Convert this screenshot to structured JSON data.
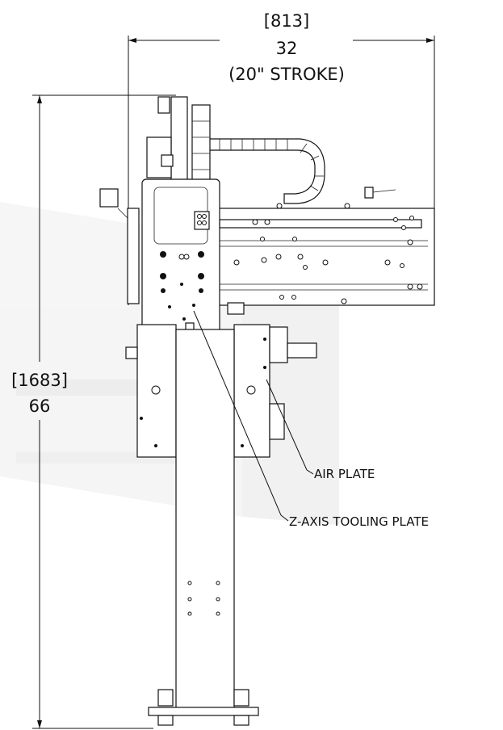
{
  "dimensions": {
    "width": {
      "metric": "[813]",
      "imperial": "32",
      "note": "(20\" STROKE)"
    },
    "height": {
      "metric": "[1683]",
      "imperial": "66"
    }
  },
  "callouts": {
    "air_plate": "AIR PLATE",
    "z_axis_tooling_plate": "Z-AXIS TOOLING PLATE"
  },
  "colors": {
    "line": "#111111",
    "background": "#ffffff",
    "shadow": "#e6e6e6"
  }
}
